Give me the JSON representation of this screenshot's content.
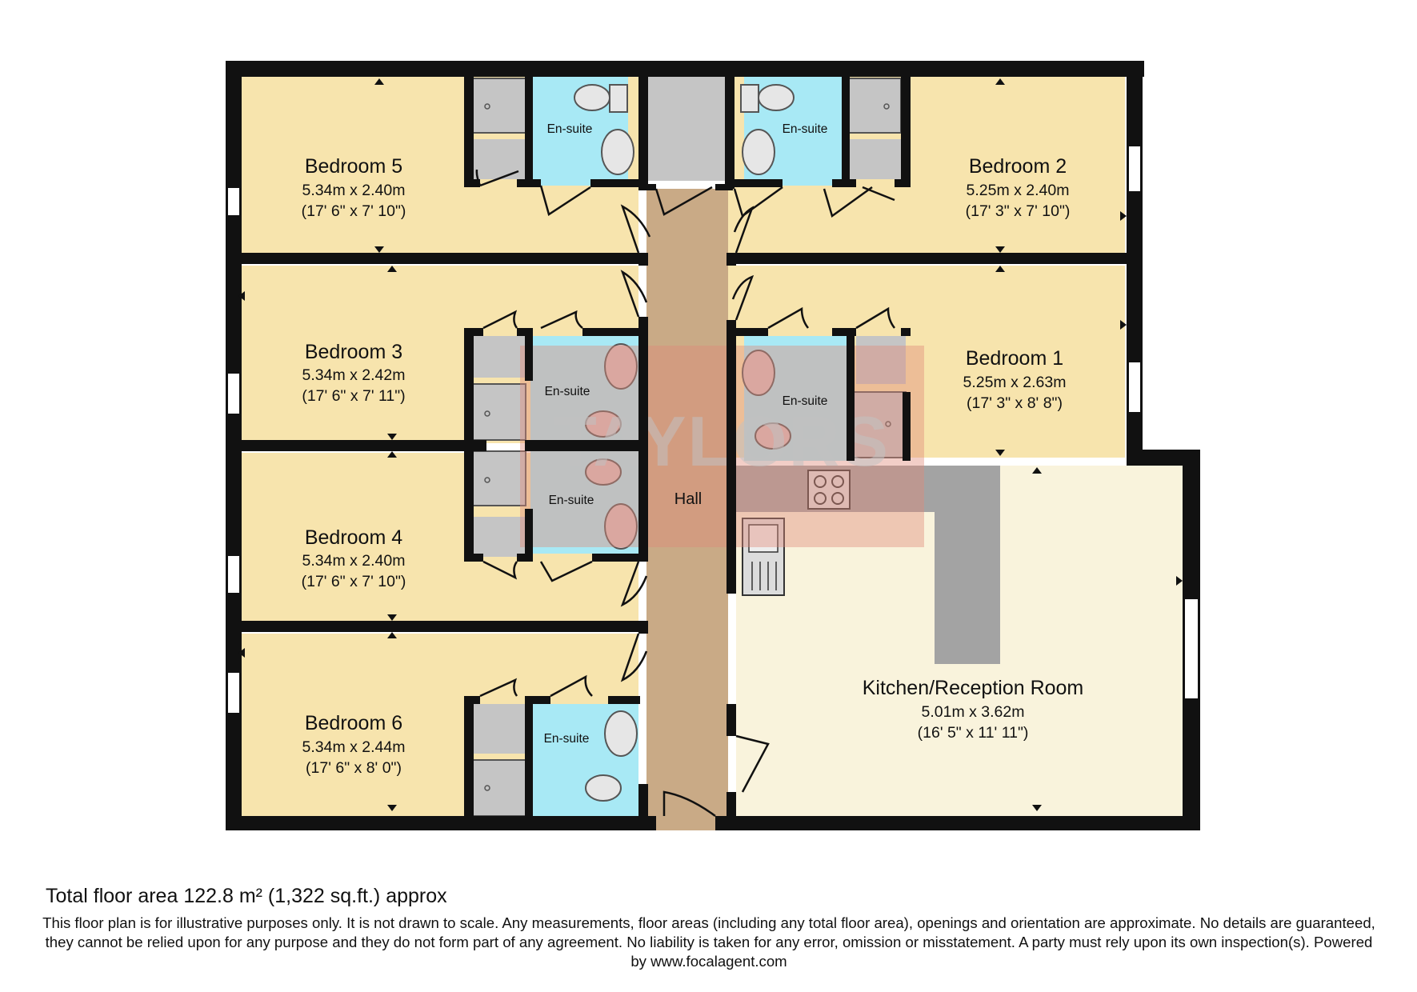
{
  "colors": {
    "wall": "#111111",
    "bedroom_floor": "#f7e4ad",
    "ensuite_floor": "#a8e9f5",
    "hall_floor": "#c9aa86",
    "kitchen_floor": "#f9f3dc",
    "fixture_grey": "#c5c5c5",
    "worktop_grey": "#a3a3a3",
    "watermark_box": "#e08a7a"
  },
  "watermark": {
    "text": "TAYLORS"
  },
  "rooms": {
    "bedroom5": {
      "name": "Bedroom 5",
      "metric": "5.34m x 2.40m",
      "imperial": "(17' 6\" x 7' 10\")"
    },
    "bedroom2": {
      "name": "Bedroom 2",
      "metric": "5.25m x 2.40m",
      "imperial": "(17' 3\" x 7' 10\")"
    },
    "bedroom3": {
      "name": "Bedroom 3",
      "metric": "5.34m x 2.42m",
      "imperial": "(17' 6\" x 7' 11\")"
    },
    "bedroom1": {
      "name": "Bedroom 1",
      "metric": "5.25m x 2.63m",
      "imperial": "(17' 3\" x 8' 8\")"
    },
    "bedroom4": {
      "name": "Bedroom 4",
      "metric": "5.34m x 2.40m",
      "imperial": "(17' 6\" x 7' 10\")"
    },
    "bedroom6": {
      "name": "Bedroom 6",
      "metric": "5.34m x 2.44m",
      "imperial": "(17' 6\" x 8' 0\")"
    },
    "kitchen": {
      "name": "Kitchen/Reception Room",
      "metric": "5.01m x 3.62m",
      "imperial": "(16' 5\" x 11' 11\")"
    },
    "hall": {
      "name": "Hall"
    },
    "ensuite_label": "En-suite"
  },
  "footer": {
    "total_area": "Total floor area 122.8 m² (1,322 sq.ft.) approx",
    "disclaimer": "This floor plan is for illustrative purposes only. It is not drawn to scale. Any measurements, floor areas (including any total floor area), openings and orientation are approximate. No details are guaranteed, they cannot be relied upon for any purpose and they do not form part of any agreement. No liability is taken for any error, omission or misstatement. A party must rely upon its own inspection(s). Powered by www.focalagent.com"
  }
}
